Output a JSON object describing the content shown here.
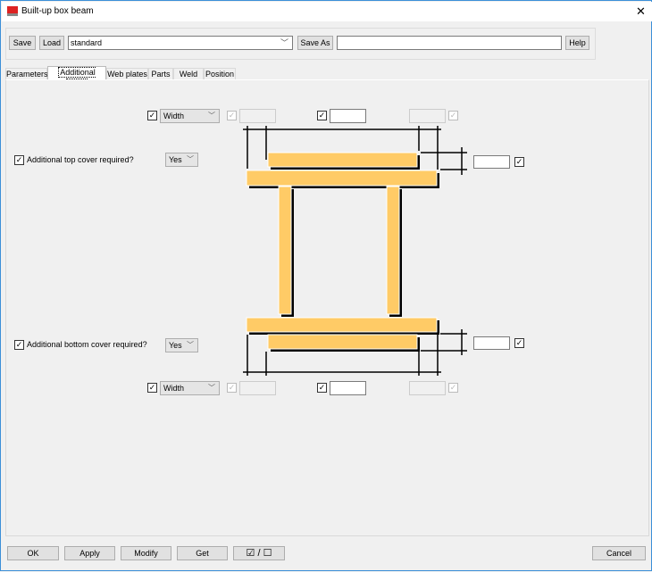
{
  "window": {
    "title": "Built-up box beam",
    "close": "✕"
  },
  "toolbar": {
    "save": "Save",
    "load": "Load",
    "preset": "standard",
    "save_as": "Save As",
    "save_as_value": "",
    "help": "Help"
  },
  "tabs": [
    {
      "label": "Parameters"
    },
    {
      "label": "Additional cover",
      "active": true
    },
    {
      "label": "Web plates"
    },
    {
      "label": "Parts"
    },
    {
      "label": "Weld"
    },
    {
      "label": "Position"
    }
  ],
  "top": {
    "dimension_type": "Width",
    "checked": true,
    "left_value": "",
    "mid_value": "",
    "right_value": "",
    "cover_label": "Additional top cover required?",
    "cover_checked": true,
    "cover_value": "Yes",
    "thickness_value": "",
    "thickness_checked": true
  },
  "bottom": {
    "dimension_type": "Width",
    "checked": true,
    "left_value": "",
    "mid_value": "",
    "right_value": "",
    "cover_label": "Additional bottom cover required?",
    "cover_checked": true,
    "cover_value": "Yes",
    "thickness_value": "",
    "thickness_checked": true
  },
  "colors": {
    "plate": "#ffcb66",
    "accent_border": "#3c8fd8"
  },
  "footer": {
    "ok": "OK",
    "apply": "Apply",
    "modify": "Modify",
    "get": "Get",
    "toggle_on": "☑",
    "toggle_sep": "/",
    "toggle_off": "☐",
    "cancel": "Cancel"
  }
}
